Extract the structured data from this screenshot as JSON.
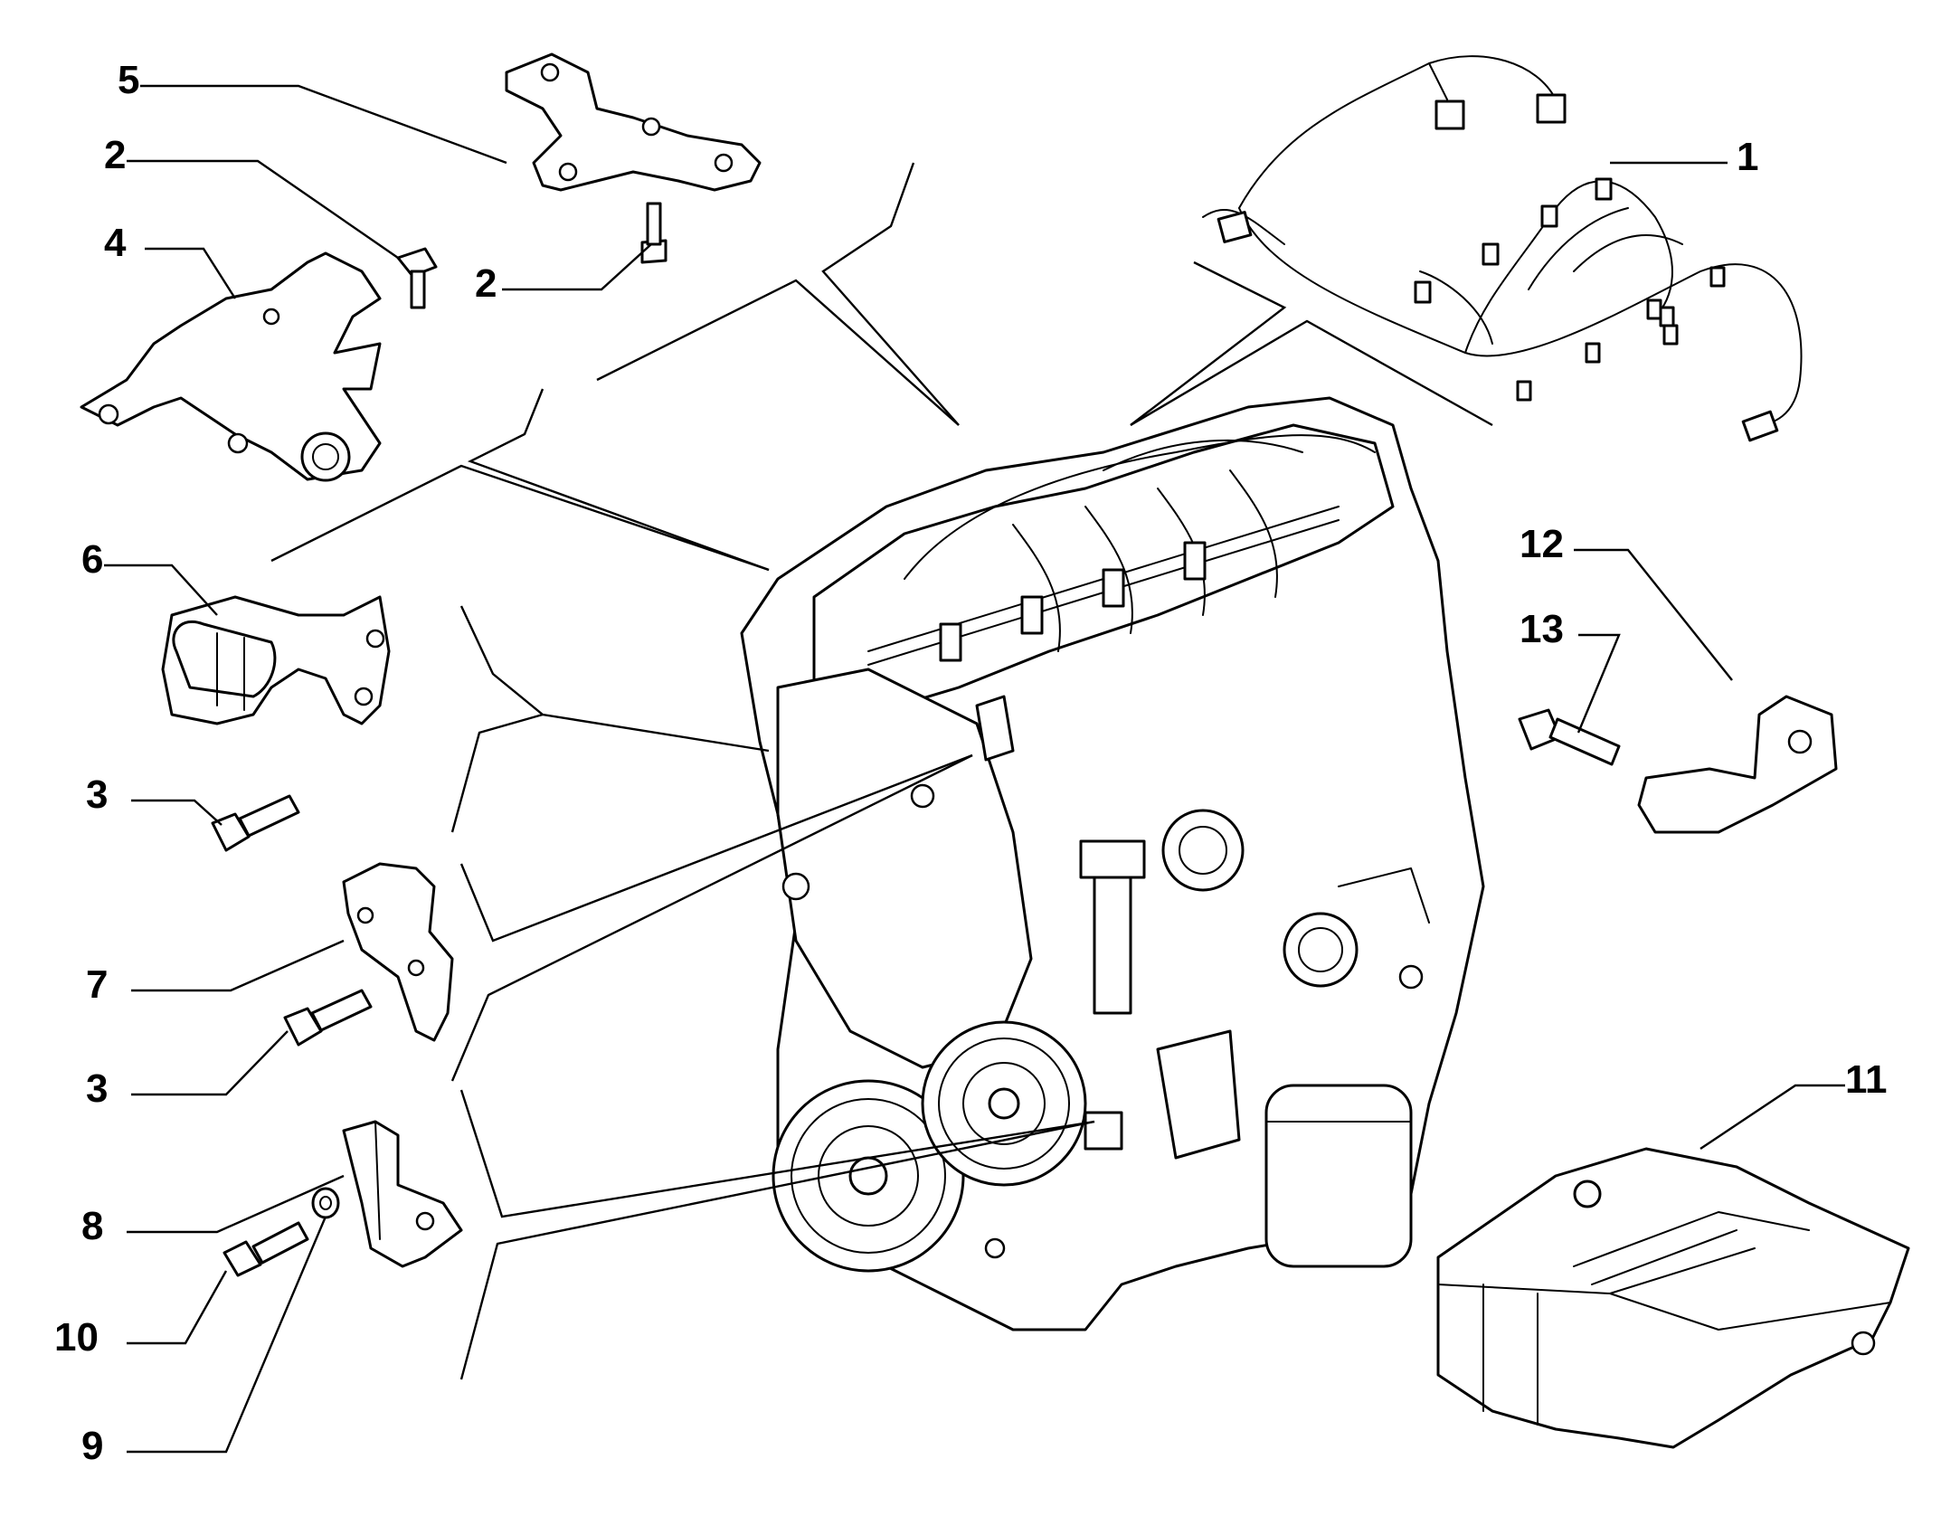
{
  "diagram": {
    "callouts": [
      {
        "number": "1"
      },
      {
        "number": "2"
      },
      {
        "number": "2"
      },
      {
        "number": "3"
      },
      {
        "number": "3"
      },
      {
        "number": "4"
      },
      {
        "number": "5"
      },
      {
        "number": "6"
      },
      {
        "number": "7"
      },
      {
        "number": "8"
      },
      {
        "number": "9"
      },
      {
        "number": "10"
      },
      {
        "number": "11"
      },
      {
        "number": "12"
      },
      {
        "number": "13"
      }
    ],
    "colors": {
      "line": "#000000",
      "background": "#ffffff"
    }
  }
}
